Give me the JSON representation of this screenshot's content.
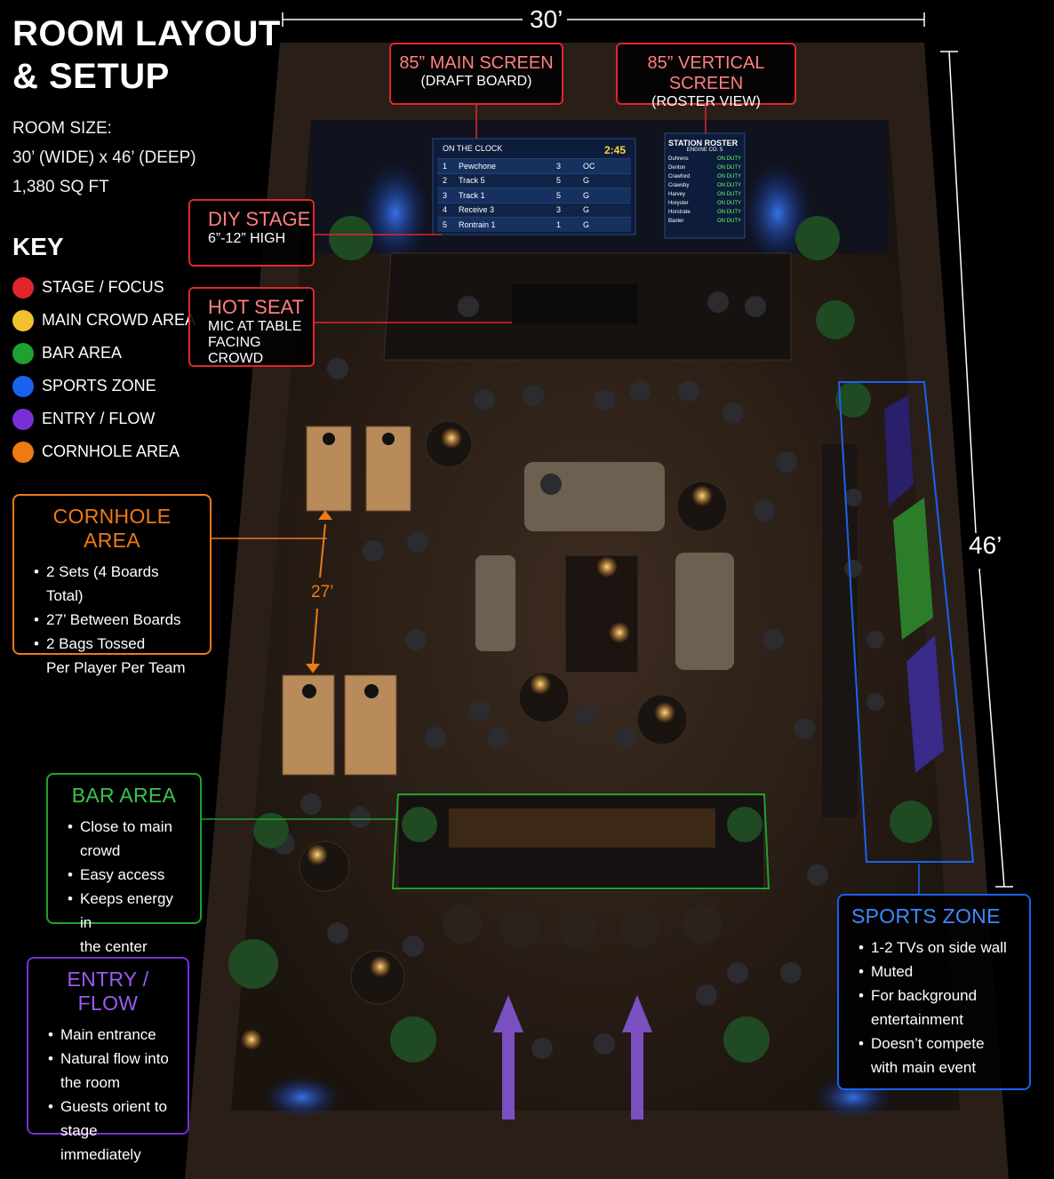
{
  "title": {
    "line1": "ROOM LAYOUT",
    "line2": "& SETUP"
  },
  "room_size": {
    "label": "ROOM SIZE:",
    "dims": "30’ (WIDE) x 46’ (DEEP)",
    "area": "1,380 SQ FT"
  },
  "key": {
    "heading": "KEY",
    "items": [
      {
        "label": "STAGE / FOCUS",
        "color": "#e0262b"
      },
      {
        "label": "MAIN CROWD AREA",
        "color": "#f2c12e"
      },
      {
        "label": "BAR AREA",
        "color": "#1fa12f"
      },
      {
        "label": "SPORTS ZONE",
        "color": "#1763f0"
      },
      {
        "label": "ENTRY / FLOW",
        "color": "#7a2fd6"
      },
      {
        "label": "CORNHOLE AREA",
        "color": "#ee7a14"
      }
    ]
  },
  "dimensions": {
    "width": "30’",
    "depth": "46’",
    "cornhole_gap": "27’"
  },
  "callouts": {
    "main_screen": {
      "title": "85” MAIN SCREEN",
      "sub": "(DRAFT BOARD)"
    },
    "vertical_screen": {
      "title": "85” VERTICAL SCREEN",
      "sub": "(ROSTER VIEW)"
    },
    "diy_stage": {
      "title": "DIY STAGE",
      "sub": "6”-12” HIGH"
    },
    "hot_seat": {
      "title": "HOT SEAT",
      "sub1": "MIC AT TABLE",
      "sub2": "FACING CROWD"
    }
  },
  "draft_board": {
    "header": "ON THE CLOCK",
    "timer": "2:45",
    "rows": [
      {
        "n": "1",
        "name": "Pewchone",
        "a": "3",
        "b": "OC"
      },
      {
        "n": "2",
        "name": "Track 5",
        "a": "5",
        "b": "G"
      },
      {
        "n": "3",
        "name": "Track 1",
        "a": "5",
        "b": "G"
      },
      {
        "n": "4",
        "name": "Receive 3",
        "a": "3",
        "b": "G"
      },
      {
        "n": "5",
        "name": "Rontrain 1",
        "a": "1",
        "b": "G"
      }
    ]
  },
  "roster": {
    "title": "STATION ROSTER",
    "sub": "ENGINE CO. 5",
    "names": [
      "Duhrens",
      "Denton",
      "Crawford",
      "Crawsby",
      "Harvey",
      "Horyster",
      "Horstrate",
      "Baxter"
    ],
    "status": "ON DUTY"
  },
  "cards": {
    "cornhole": {
      "title": "CORNHOLE AREA",
      "color": "#ee7a14",
      "items": [
        "2 Sets (4 Boards Total)",
        "27’ Between Boards",
        "2 Bags Tossed",
        "Per Player Per Team"
      ]
    },
    "bar": {
      "title": "BAR AREA",
      "color": "#1fa12f",
      "items": [
        "Close to main crowd",
        "Easy access",
        "Keeps energy in",
        "the center"
      ]
    },
    "entry": {
      "title": "ENTRY / FLOW",
      "color": "#7a2fd6",
      "items": [
        "Main entrance",
        "Natural flow into",
        "the room",
        "Guests orient to",
        "stage immediately"
      ]
    },
    "sports": {
      "title": "SPORTS ZONE",
      "color": "#1763f0",
      "items": [
        "1-2 TVs on side wall",
        "Muted",
        "For background",
        "entertainment",
        "Doesn’t compete",
        "with main event"
      ]
    }
  }
}
